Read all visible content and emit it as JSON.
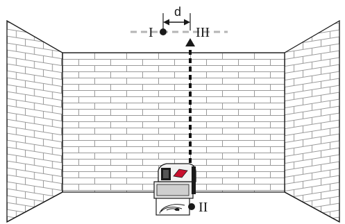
{
  "labels": {
    "distance": "d",
    "point_one": "I",
    "point_two": "II",
    "point_three": "III"
  },
  "colors": {
    "outline": "#1a1a1a",
    "brick_line": "#9a9a9a",
    "reference_line": "#b5b5b5",
    "laser_line": "#111111",
    "device_red": "#c8102e"
  },
  "icons": {
    "marker_one": "dot",
    "marker_two": "dot",
    "marker_three": "triangle",
    "device": "cross-line-laser-level"
  }
}
